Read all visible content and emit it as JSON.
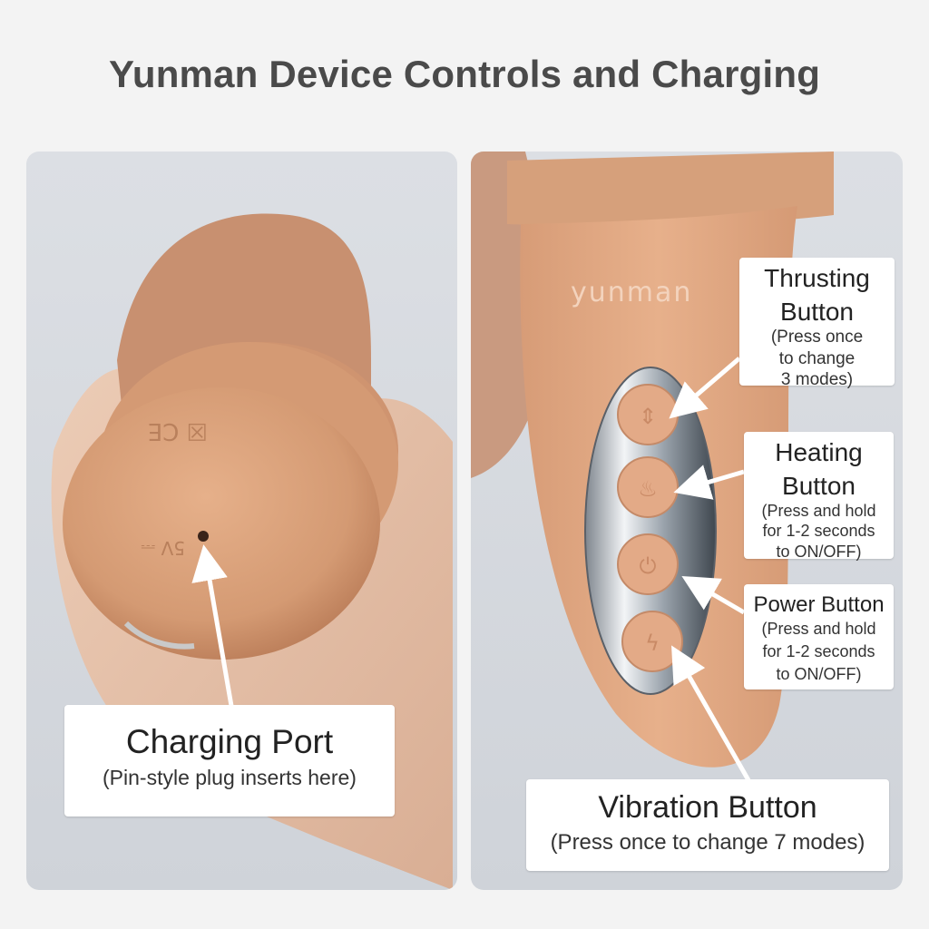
{
  "title": "Yunman Device Controls and Charging",
  "brand_mark": "yunman",
  "left_panel": {
    "callout": {
      "title": "Charging Port",
      "subtitle": "(Pin-style plug inserts here)"
    }
  },
  "right_panel": {
    "callouts": {
      "thrusting": {
        "title1": "Thrusting",
        "title2": "Button",
        "sub1": "(Press once",
        "sub2": "to change",
        "sub3": "3 modes)"
      },
      "heating": {
        "title1": "Heating",
        "title2": "Button",
        "sub1": "(Press and hold",
        "sub2": "for 1-2 seconds",
        "sub3": "to ON/OFF)"
      },
      "power": {
        "title1": "Power Button",
        "sub1": "(Press and hold",
        "sub2": "for 1-2 seconds",
        "sub3": "to ON/OFF)"
      },
      "vibration": {
        "title1": "Vibration Button",
        "sub1": "(Press once to change 7 modes)"
      }
    }
  },
  "colors": {
    "background": "#f3f3f3",
    "title_text": "#4a4a4a",
    "silicone": "#e0a882",
    "skin": "#e8c6b0",
    "arrow": "#ffffff"
  },
  "icons": [
    "thrust-arrows-icon",
    "flame-icon",
    "power-icon",
    "lightning-icon",
    "charging-port-icon"
  ]
}
